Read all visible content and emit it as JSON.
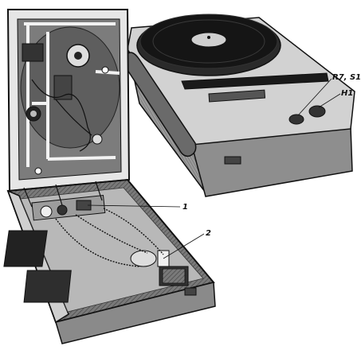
{
  "labels": {
    "r7_s1": "R7, S1",
    "h1": "H1",
    "part_1": "1",
    "part_2": "2"
  },
  "colors": {
    "ink": "#111111",
    "panel_dark": "#5a5a5a",
    "panel_mid": "#8c8c8c",
    "panel_light": "#c9c9c9",
    "background": "#ffffff"
  }
}
